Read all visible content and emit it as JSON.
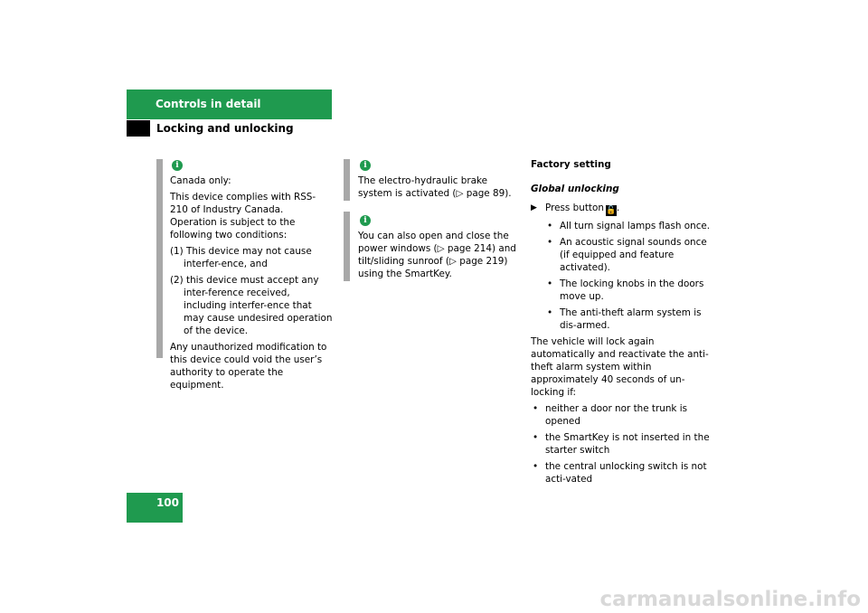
{
  "header": {
    "section_title": "Controls in detail",
    "subsection_title": "Locking and unlocking"
  },
  "page_number": "100",
  "info_box_1": {
    "icon": "info-icon",
    "line_1": "Canada only:",
    "line_2": "This device complies with RSS-210 of Industry Canada. Operation is subject to the following two conditions:",
    "condition_1": "(1) This device may not cause interfer-ence, and",
    "condition_2": "(2) this device must accept any inter-ference received, including interfer-ence that may cause undesired operation of the device.",
    "line_3": "Any unauthorized modification to this device could void the user’s authority to operate the equipment."
  },
  "info_box_2": {
    "icon": "info-icon",
    "text": "The electro-hydraulic brake system is activated (▷ page 89)."
  },
  "info_box_3": {
    "icon": "info-icon",
    "text": "You can also open and close the power windows (▷ page 214) and tilt/sliding sunroof (▷ page 219) using the SmartKey."
  },
  "right_column": {
    "heading": "Factory setting",
    "subheading": "Global unlocking",
    "step_marker": "▶",
    "step_text": "Press button",
    "step_icon": "unlock-key-icon",
    "step_icon_glyph": "🔓",
    "step_end": ".",
    "bullet_glyph": "•",
    "results": [
      "All turn signal lamps flash once.",
      "An acoustic signal sounds once (if equipped and feature activated).",
      "The locking knobs in the doors move up.",
      "The anti-theft alarm system is dis-armed."
    ],
    "paragraph": "The vehicle will lock again automatically and reactivate the anti-theft alarm system within approximately 40 seconds of un-locking if:",
    "conditions": [
      "neither a door nor the trunk is opened",
      "the SmartKey is not inserted in the starter switch",
      "the central unlocking switch is not acti-vated"
    ]
  },
  "watermark": "carmanualsonline.info"
}
